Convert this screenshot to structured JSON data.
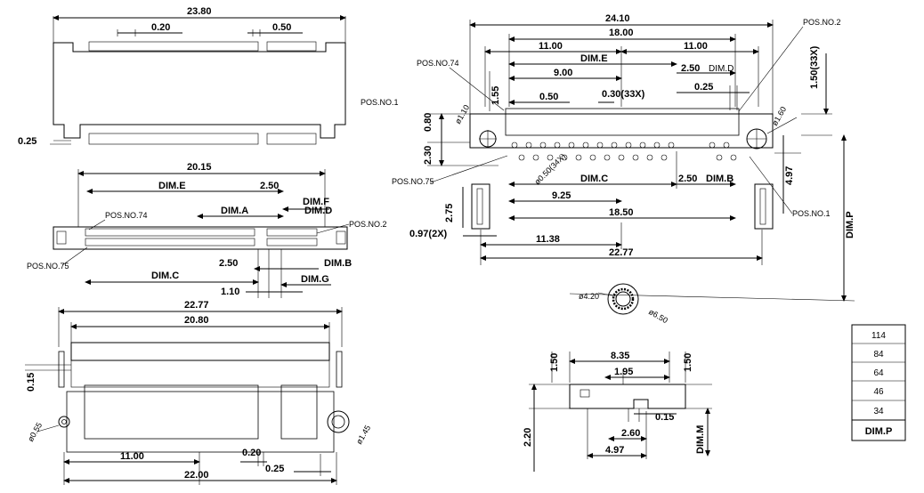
{
  "top_left_view": {
    "width": "23.80",
    "pitch_a": "0.20",
    "pitch_b": "0.50",
    "offset": "0.25",
    "pos1": "POS.NO.1"
  },
  "mid_left_view": {
    "width": "20.15",
    "dim_e": "DIM.E",
    "d_250": "2.50",
    "dim_a": "DIM.A",
    "dim_f": "DIM.F",
    "dim_d": "DIM.D",
    "pos74": "POS.NO.74",
    "pos2": "POS.NO.2",
    "pos75": "POS.NO.75",
    "d_250b": "2.50",
    "dim_b": "DIM.B",
    "dim_c": "DIM.C",
    "d_110": "1.10",
    "dim_g": "DIM.G"
  },
  "bottom_left_view": {
    "w1": "22.77",
    "w2": "20.80",
    "h": "0.15",
    "hole_l": "ø0.55",
    "hole_r": "ø1.45",
    "half": "11.00",
    "d_020": "0.20",
    "d_025": "0.25",
    "w3": "22.00"
  },
  "right_view": {
    "w_2410": "24.10",
    "w_1800": "18.00",
    "l_1100": "11.00",
    "r_1100": "11.00",
    "pos74": "POS.NO.74",
    "pos2": "POS.NO.2",
    "dim_e": "DIM.E",
    "d_250": "2.50",
    "dim_d": "DIM.D",
    "d_900": "9.00",
    "d_025": "0.25",
    "d_155": "1.55",
    "d_050": "0.50",
    "d_030": "0.30(33X)",
    "d_150": "1.50(33X)",
    "d_080": "0.80",
    "d_230": "2.30",
    "hole_110": "ø1.10",
    "hole_160": "ø1.60",
    "hole_050": "ø0.50(34X)",
    "dim_c": "DIM.C",
    "d_250b": "2.50",
    "dim_b": "DIM.B",
    "d_497": "4.97",
    "pos75": "POS.NO.75",
    "d_925": "9.25",
    "d_1850": "18.50",
    "d_275": "2.75",
    "pos1": "POS.NO.1",
    "d_097": "0.97(2X)",
    "d_1138": "11.38",
    "d_2277": "22.77",
    "dim_p": "DIM.P",
    "hole_420": "ø4.20",
    "hole_650": "ø6.50"
  },
  "side_view": {
    "d_150l": "1.50",
    "d_835": "8.35",
    "d_150r": "1.50",
    "d_195": "1.95",
    "d_220": "2.20",
    "d_015": "0.15",
    "d_260": "2.60",
    "dim_m": "DIM.M",
    "d_497": "4.97"
  },
  "dim_table": {
    "rows": [
      "114",
      "84",
      "64",
      "46",
      "34"
    ],
    "header": "DIM.P"
  }
}
